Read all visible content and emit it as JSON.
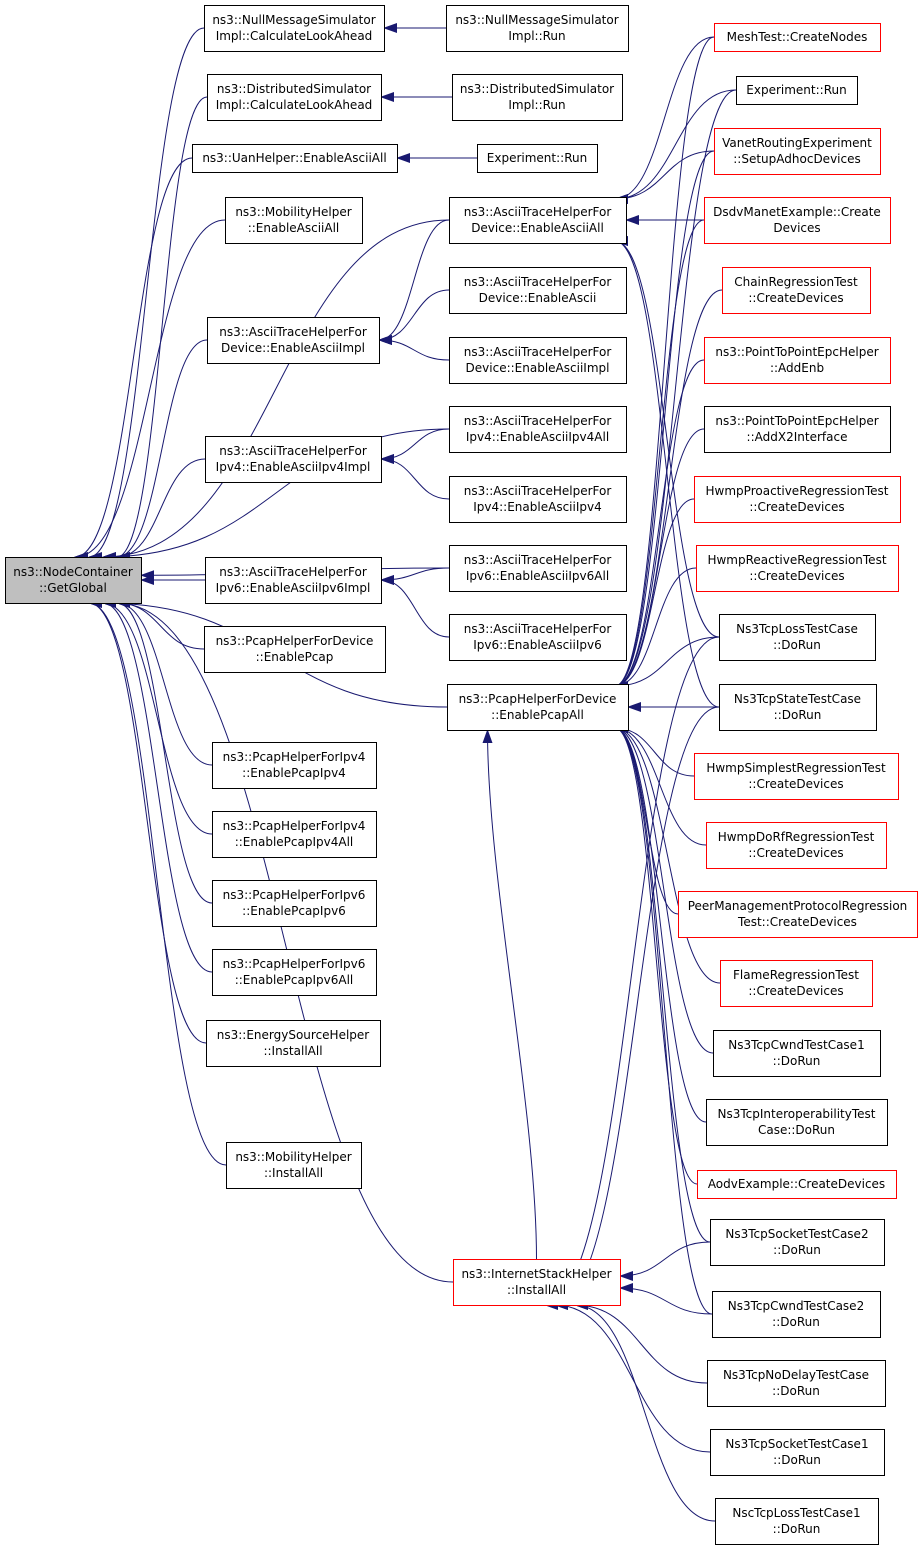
{
  "colors": {
    "edge": "#191970",
    "border_normal": "#000000",
    "border_truncated": "#ff0000",
    "focus_fill": "#bfbfbf",
    "node_fill": "#ffffff"
  },
  "focus_node": "root",
  "nodes": [
    {
      "id": "root",
      "lines": [
        "ns3::NodeContainer",
        "::GetGlobal"
      ],
      "status": "focus"
    },
    {
      "id": "nullmsg_cla",
      "lines": [
        "ns3::NullMessageSimulator",
        "Impl::CalculateLookAhead"
      ],
      "status": "normal"
    },
    {
      "id": "nullmsg_run",
      "lines": [
        "ns3::NullMessageSimulator",
        "Impl::Run"
      ],
      "status": "normal"
    },
    {
      "id": "dist_cla",
      "lines": [
        "ns3::DistributedSimulator",
        "Impl::CalculateLookAhead"
      ],
      "status": "normal"
    },
    {
      "id": "dist_run",
      "lines": [
        "ns3::DistributedSimulator",
        "Impl::Run"
      ],
      "status": "normal"
    },
    {
      "id": "uan_enable",
      "lines": [
        "ns3::UanHelper::EnableAsciiAll"
      ],
      "status": "normal"
    },
    {
      "id": "exp_run_mid",
      "lines": [
        "Experiment::Run"
      ],
      "status": "normal"
    },
    {
      "id": "mob_enable",
      "lines": [
        "ns3::MobilityHelper",
        "::EnableAsciiAll"
      ],
      "status": "normal"
    },
    {
      "id": "atd_all",
      "lines": [
        "ns3::AsciiTraceHelperFor",
        "Device::EnableAsciiAll"
      ],
      "status": "normal"
    },
    {
      "id": "atd_ascii",
      "lines": [
        "ns3::AsciiTraceHelperFor",
        "Device::EnableAscii"
      ],
      "status": "normal"
    },
    {
      "id": "atd_impl",
      "lines": [
        "ns3::AsciiTraceHelperFor",
        "Device::EnableAsciiImpl"
      ],
      "status": "normal"
    },
    {
      "id": "atd_impl_r",
      "lines": [
        "ns3::AsciiTraceHelperFor",
        "Device::EnableAsciiImpl"
      ],
      "status": "normal"
    },
    {
      "id": "at4_impl",
      "lines": [
        "ns3::AsciiTraceHelperFor",
        "Ipv4::EnableAsciiIpv4Impl"
      ],
      "status": "normal"
    },
    {
      "id": "at4_all",
      "lines": [
        "ns3::AsciiTraceHelperFor",
        "Ipv4::EnableAsciiIpv4All"
      ],
      "status": "normal"
    },
    {
      "id": "at4_one",
      "lines": [
        "ns3::AsciiTraceHelperFor",
        "Ipv4::EnableAsciiIpv4"
      ],
      "status": "normal"
    },
    {
      "id": "at6_impl",
      "lines": [
        "ns3::AsciiTraceHelperFor",
        "Ipv6::EnableAsciiIpv6Impl"
      ],
      "status": "normal"
    },
    {
      "id": "at6_all",
      "lines": [
        "ns3::AsciiTraceHelperFor",
        "Ipv6::EnableAsciiIpv6All"
      ],
      "status": "normal"
    },
    {
      "id": "at6_one",
      "lines": [
        "ns3::AsciiTraceHelperFor",
        "Ipv6::EnableAsciiIpv6"
      ],
      "status": "normal"
    },
    {
      "id": "phd_pcap",
      "lines": [
        "ns3::PcapHelperForDevice",
        "::EnablePcap"
      ],
      "status": "normal"
    },
    {
      "id": "phd_all",
      "lines": [
        "ns3::PcapHelperForDevice",
        "::EnablePcapAll"
      ],
      "status": "normal"
    },
    {
      "id": "ph4",
      "lines": [
        "ns3::PcapHelperForIpv4",
        "::EnablePcapIpv4"
      ],
      "status": "normal"
    },
    {
      "id": "ph4_all",
      "lines": [
        "ns3::PcapHelperForIpv4",
        "::EnablePcapIpv4All"
      ],
      "status": "normal"
    },
    {
      "id": "ph6",
      "lines": [
        "ns3::PcapHelperForIpv6",
        "::EnablePcapIpv6"
      ],
      "status": "normal"
    },
    {
      "id": "ph6_all",
      "lines": [
        "ns3::PcapHelperForIpv6",
        "::EnablePcapIpv6All"
      ],
      "status": "normal"
    },
    {
      "id": "energy",
      "lines": [
        "ns3::EnergySourceHelper",
        "::InstallAll"
      ],
      "status": "normal"
    },
    {
      "id": "mob_install",
      "lines": [
        "ns3::MobilityHelper",
        "::InstallAll"
      ],
      "status": "normal"
    },
    {
      "id": "ish",
      "lines": [
        "ns3::InternetStackHelper",
        "::InstallAll"
      ],
      "status": "truncated"
    },
    {
      "id": "mesh",
      "lines": [
        "MeshTest::CreateNodes"
      ],
      "status": "truncated"
    },
    {
      "id": "exp_run_r",
      "lines": [
        "Experiment::Run"
      ],
      "status": "normal"
    },
    {
      "id": "vanet",
      "lines": [
        "VanetRoutingExperiment",
        "::SetupAdhocDevices"
      ],
      "status": "truncated"
    },
    {
      "id": "dsdv",
      "lines": [
        "DsdvManetExample::Create",
        "Devices"
      ],
      "status": "truncated"
    },
    {
      "id": "chain",
      "lines": [
        "ChainRegressionTest",
        "::CreateDevices"
      ],
      "status": "truncated"
    },
    {
      "id": "p2p_enb",
      "lines": [
        "ns3::PointToPointEpcHelper",
        "::AddEnb"
      ],
      "status": "truncated"
    },
    {
      "id": "p2p_x2",
      "lines": [
        "ns3::PointToPointEpcHelper",
        "::AddX2Interface"
      ],
      "status": "normal"
    },
    {
      "id": "hwmp_pro",
      "lines": [
        "HwmpProactiveRegressionTest",
        "::CreateDevices"
      ],
      "status": "truncated"
    },
    {
      "id": "hwmp_re",
      "lines": [
        "HwmpReactiveRegressionTest",
        "::CreateDevices"
      ],
      "status": "truncated"
    },
    {
      "id": "tcp_loss",
      "lines": [
        "Ns3TcpLossTestCase",
        "::DoRun"
      ],
      "status": "normal"
    },
    {
      "id": "tcp_state",
      "lines": [
        "Ns3TcpStateTestCase",
        "::DoRun"
      ],
      "status": "normal"
    },
    {
      "id": "hwmp_simple",
      "lines": [
        "HwmpSimplestRegressionTest",
        "::CreateDevices"
      ],
      "status": "truncated"
    },
    {
      "id": "hwmp_dorf",
      "lines": [
        "HwmpDoRfRegressionTest",
        "::CreateDevices"
      ],
      "status": "truncated"
    },
    {
      "id": "peer",
      "lines": [
        "PeerManagementProtocolRegression",
        "Test::CreateDevices"
      ],
      "status": "truncated"
    },
    {
      "id": "flame",
      "lines": [
        "FlameRegressionTest",
        "::CreateDevices"
      ],
      "status": "truncated"
    },
    {
      "id": "cwnd1",
      "lines": [
        "Ns3TcpCwndTestCase1",
        "::DoRun"
      ],
      "status": "normal"
    },
    {
      "id": "interop",
      "lines": [
        "Ns3TcpInteroperabilityTest",
        "Case::DoRun"
      ],
      "status": "normal"
    },
    {
      "id": "aodv",
      "lines": [
        "AodvExample::CreateDevices"
      ],
      "status": "truncated"
    },
    {
      "id": "sock2",
      "lines": [
        "Ns3TcpSocketTestCase2",
        "::DoRun"
      ],
      "status": "normal"
    },
    {
      "id": "cwnd2",
      "lines": [
        "Ns3TcpCwndTestCase2",
        "::DoRun"
      ],
      "status": "normal"
    },
    {
      "id": "nodelay",
      "lines": [
        "Ns3TcpNoDelayTestCase",
        "::DoRun"
      ],
      "status": "normal"
    },
    {
      "id": "sock1",
      "lines": [
        "Ns3TcpSocketTestCase1",
        "::DoRun"
      ],
      "status": "normal"
    },
    {
      "id": "nsc",
      "lines": [
        "NscTcpLossTestCase1",
        "::DoRun"
      ],
      "status": "normal"
    }
  ],
  "edges": [
    [
      "nullmsg_cla",
      "root"
    ],
    [
      "dist_cla",
      "root"
    ],
    [
      "uan_enable",
      "root"
    ],
    [
      "mob_enable",
      "root"
    ],
    [
      "atd_all",
      "root"
    ],
    [
      "atd_impl",
      "root"
    ],
    [
      "at4_all",
      "root"
    ],
    [
      "at4_impl",
      "root"
    ],
    [
      "at6_all",
      "root"
    ],
    [
      "at6_impl",
      "root"
    ],
    [
      "phd_pcap",
      "root"
    ],
    [
      "phd_all",
      "root"
    ],
    [
      "ph4",
      "root"
    ],
    [
      "ph4_all",
      "root"
    ],
    [
      "ph6",
      "root"
    ],
    [
      "ph6_all",
      "root"
    ],
    [
      "energy",
      "root"
    ],
    [
      "mob_install",
      "root"
    ],
    [
      "ish",
      "root"
    ],
    [
      "nullmsg_run",
      "nullmsg_cla"
    ],
    [
      "dist_run",
      "dist_cla"
    ],
    [
      "exp_run_mid",
      "uan_enable"
    ],
    [
      "atd_all",
      "atd_impl"
    ],
    [
      "atd_ascii",
      "atd_impl"
    ],
    [
      "atd_impl_r",
      "atd_impl"
    ],
    [
      "at4_all",
      "at4_impl"
    ],
    [
      "at4_one",
      "at4_impl"
    ],
    [
      "at6_all",
      "at6_impl"
    ],
    [
      "at6_one",
      "at6_impl"
    ],
    [
      "mesh",
      "atd_all"
    ],
    [
      "exp_run_r",
      "atd_all"
    ],
    [
      "vanet",
      "atd_all"
    ],
    [
      "dsdv",
      "atd_all"
    ],
    [
      "tcp_loss",
      "atd_all"
    ],
    [
      "tcp_state",
      "atd_all"
    ],
    [
      "mesh",
      "phd_all"
    ],
    [
      "exp_run_r",
      "phd_all"
    ],
    [
      "vanet",
      "phd_all"
    ],
    [
      "dsdv",
      "phd_all"
    ],
    [
      "chain",
      "phd_all"
    ],
    [
      "p2p_enb",
      "phd_all"
    ],
    [
      "p2p_x2",
      "phd_all"
    ],
    [
      "hwmp_pro",
      "phd_all"
    ],
    [
      "hwmp_re",
      "phd_all"
    ],
    [
      "tcp_loss",
      "phd_all"
    ],
    [
      "tcp_state",
      "phd_all"
    ],
    [
      "hwmp_simple",
      "phd_all"
    ],
    [
      "hwmp_dorf",
      "phd_all"
    ],
    [
      "peer",
      "phd_all"
    ],
    [
      "flame",
      "phd_all"
    ],
    [
      "cwnd1",
      "phd_all"
    ],
    [
      "interop",
      "phd_all"
    ],
    [
      "aodv",
      "phd_all"
    ],
    [
      "sock2",
      "phd_all"
    ],
    [
      "cwnd2",
      "phd_all"
    ],
    [
      "ish",
      "phd_all"
    ],
    [
      "sock2",
      "ish"
    ],
    [
      "cwnd2",
      "ish"
    ],
    [
      "nodelay",
      "ish"
    ],
    [
      "sock1",
      "ish"
    ],
    [
      "nsc",
      "ish"
    ],
    [
      "tcp_loss",
      "ish"
    ],
    [
      "tcp_state",
      "ish"
    ]
  ]
}
